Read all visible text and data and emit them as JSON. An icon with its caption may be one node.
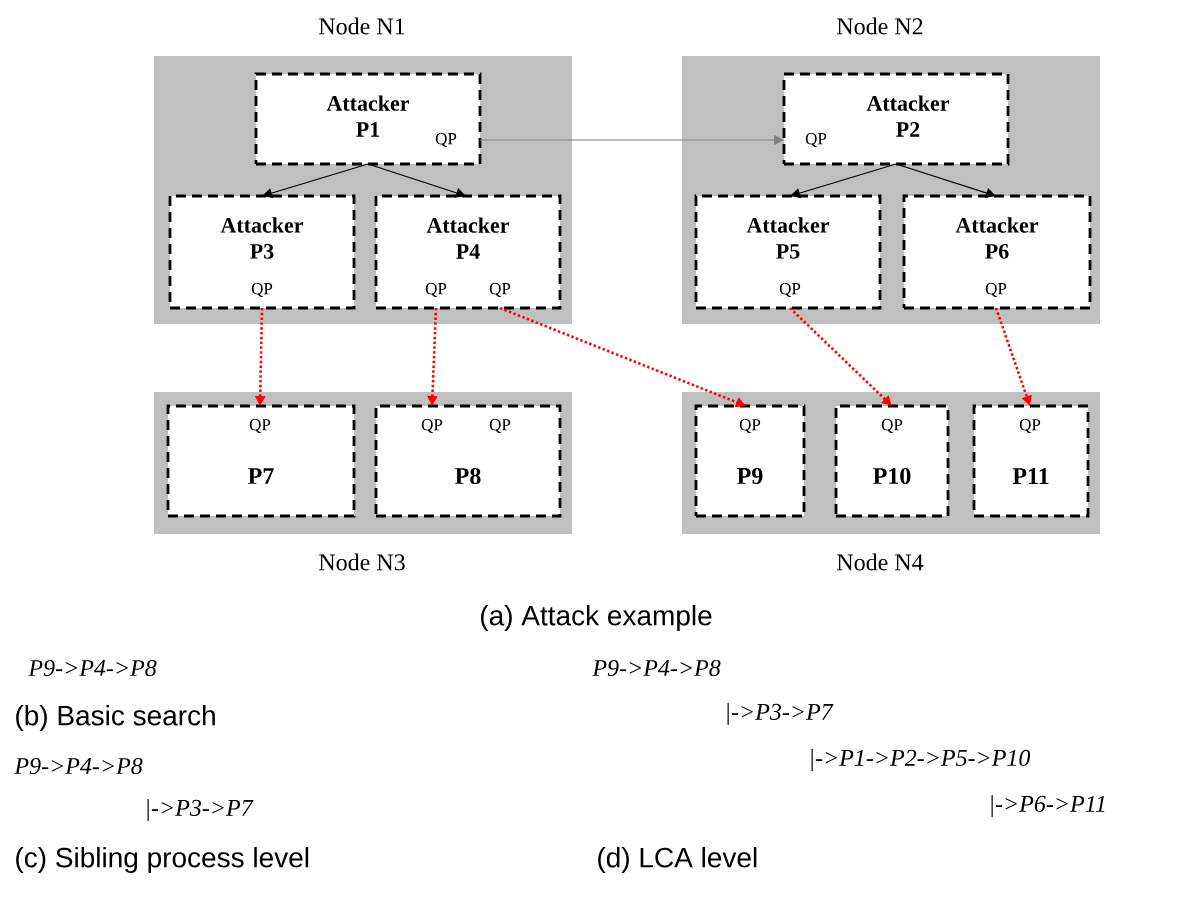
{
  "diagram": {
    "caption": "(a) Attack example",
    "nodes": [
      {
        "text": [
          "Node N1"
        ]
      },
      {
        "text": [
          "Attacker P1",
          "QP"
        ],
        "in": 0
      },
      {
        "text": [
          "Attacker P3",
          "QP"
        ],
        "in": 0
      },
      {
        "text": [
          "Attacker P4",
          "QP",
          "QP"
        ],
        "in": 0
      },
      {
        "text": [
          "Node N2"
        ]
      },
      {
        "text": [
          "Attacker P2",
          "QP"
        ],
        "in": 4
      },
      {
        "text": [
          "Attacker P5",
          "QP"
        ],
        "in": 4
      },
      {
        "text": [
          "Attacker P6",
          "QP"
        ],
        "in": 4
      },
      {
        "text": [
          "Node N3"
        ]
      },
      {
        "text": [
          "QP",
          "P7"
        ],
        "in": 8
      },
      {
        "text": [
          "QP",
          "QP",
          "P8"
        ],
        "in": 8
      },
      {
        "text": [
          "Node N4"
        ]
      },
      {
        "text": [
          "QP",
          "P9"
        ],
        "in": 11
      },
      {
        "text": [
          "QP",
          "P10"
        ],
        "in": 11
      },
      {
        "text": [
          "QP",
          "P11"
        ],
        "in": 11
      }
    ],
    "edges": [
      {
        "from": 1,
        "to": 2,
        "arrow": "to",
        "color": "#000000"
      },
      {
        "from": 1,
        "to": 3,
        "arrow": "to",
        "color": "#000000"
      },
      {
        "from": 1,
        "to": 5,
        "arrow": "to",
        "color": "#808080"
      },
      {
        "from": 5,
        "to": 6,
        "arrow": "to",
        "color": "#000000"
      },
      {
        "from": 5,
        "to": 7,
        "arrow": "to",
        "color": "#000000"
      },
      {
        "from": 2,
        "to": 9,
        "arrow": "to",
        "style": "dashed"
      },
      {
        "from": 3,
        "to": 10,
        "arrow": "to",
        "style": "dashed"
      },
      {
        "from": 3,
        "to": 12,
        "arrow": "to",
        "style": "dashed"
      },
      {
        "from": 6,
        "to": 13,
        "arrow": "to",
        "style": "dashed"
      },
      {
        "from": 7,
        "to": 14,
        "arrow": "to",
        "style": "dashed"
      }
    ],
    "labels": [
      "P9->P4->P8",
      "P9->P4->P8",
      "(b) Basic search",
      "|->P3->P7",
      "P9->P4->P8",
      "|->P1->P2->P5->P10",
      "|->P3->P7",
      "|->P6->P11",
      "(c) Sibling process level",
      "(d) LCA level"
    ]
  }
}
